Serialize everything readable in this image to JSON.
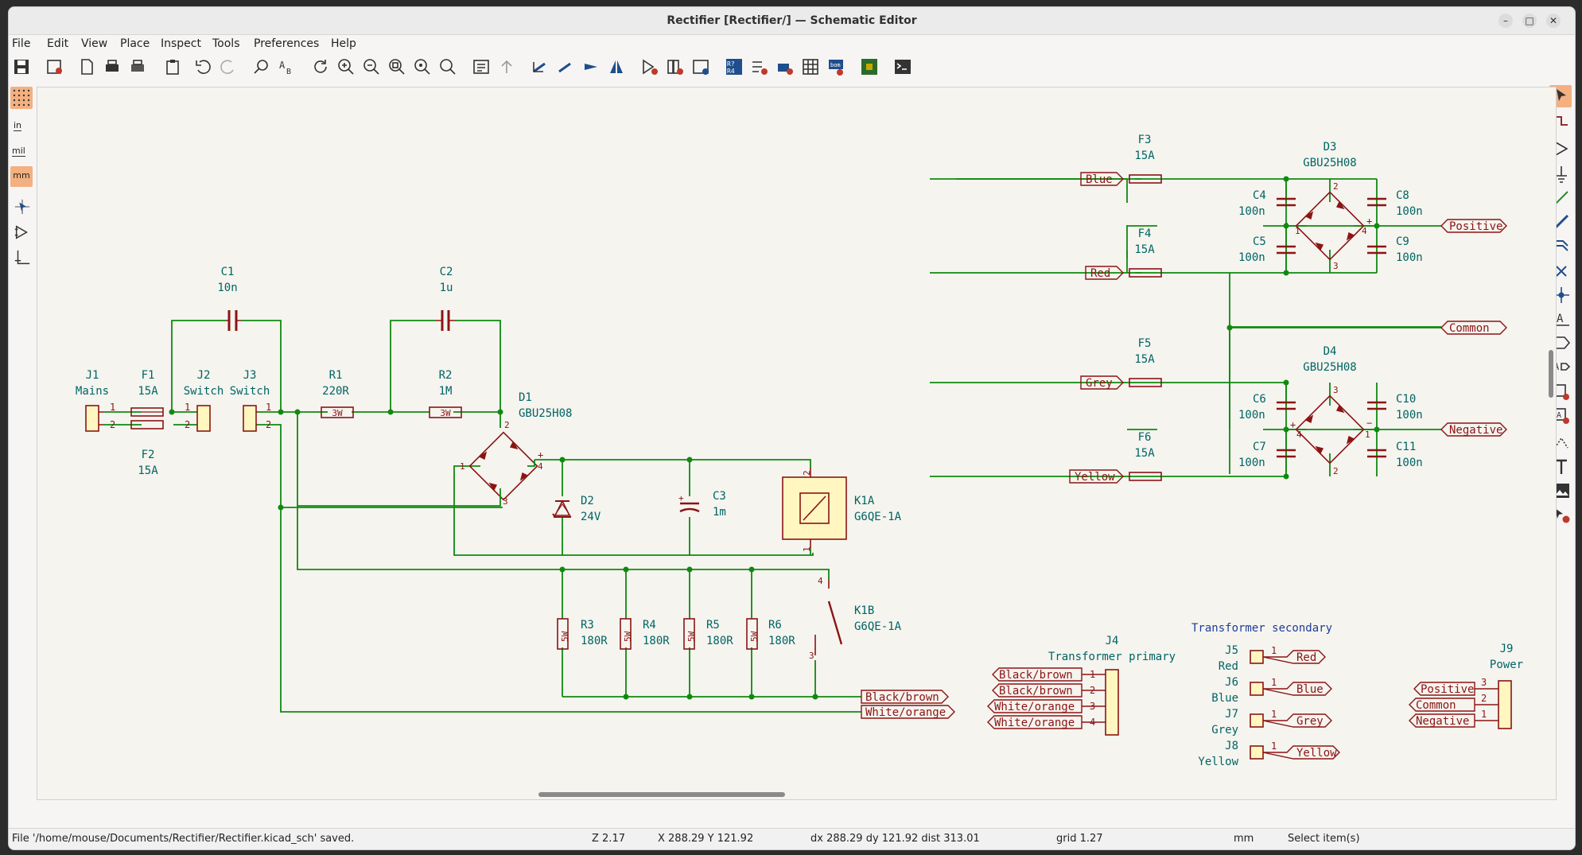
{
  "window": {
    "title": "Rectifier [Rectifier/] — Schematic Editor"
  },
  "menu": [
    "File",
    "Edit",
    "View",
    "Place",
    "Inspect",
    "Tools",
    "Preferences",
    "Help"
  ],
  "units": {
    "in": "in",
    "mil": "mil",
    "mm": "mm"
  },
  "status": {
    "message": "File '/home/mouse/Documents/Rectifier/Rectifier.kicad_sch' saved.",
    "zoom": "Z 2.17",
    "position": "X 288.29  Y 121.92",
    "delta": "dx 288.29  dy 121.92  dist 313.01",
    "grid": "grid 1.27",
    "unit": "mm",
    "tool": "Select item(s)"
  },
  "schematic": {
    "colors": {
      "wire": "#0f8a0f",
      "component": "#8b1414",
      "fill": "#fff6c0",
      "ref": "#006464",
      "label": "#8b1414"
    },
    "J1": {
      "ref": "J1",
      "value": "Mains"
    },
    "F1": {
      "ref": "F1",
      "value": "15A"
    },
    "F2": {
      "ref": "F2",
      "value": "15A"
    },
    "J2": {
      "ref": "J2",
      "value": "Switch"
    },
    "J3": {
      "ref": "J3",
      "value": "Switch"
    },
    "C1": {
      "ref": "C1",
      "value": "10n"
    },
    "C2": {
      "ref": "C2",
      "value": "1u"
    },
    "R1": {
      "ref": "R1",
      "value": "220R",
      "body": "3W"
    },
    "R2": {
      "ref": "R2",
      "value": "1M",
      "body": "3W"
    },
    "D1": {
      "ref": "D1",
      "value": "GBU25H08"
    },
    "D2": {
      "ref": "D2",
      "value": "24V"
    },
    "C3": {
      "ref": "C3",
      "value": "1m"
    },
    "K1A": {
      "ref": "K1A",
      "value": "G6QE-1A"
    },
    "K1B": {
      "ref": "K1B",
      "value": "G6QE-1A"
    },
    "R3": {
      "ref": "R3",
      "value": "180R",
      "body": "5W"
    },
    "R4": {
      "ref": "R4",
      "value": "180R",
      "body": "5W"
    },
    "R5": {
      "ref": "R5",
      "value": "180R",
      "body": "5W"
    },
    "R6": {
      "ref": "R6",
      "value": "180R",
      "body": "5W"
    },
    "labels_bottom": [
      "Black/brown",
      "White/orange"
    ],
    "F3": {
      "ref": "F3",
      "value": "15A"
    },
    "F4": {
      "ref": "F4",
      "value": "15A"
    },
    "F5": {
      "ref": "F5",
      "value": "15A"
    },
    "F6": {
      "ref": "F6",
      "value": "15A"
    },
    "D3": {
      "ref": "D3",
      "value": "GBU25H08"
    },
    "D4": {
      "ref": "D4",
      "value": "GBU25H08"
    },
    "C4": {
      "ref": "C4",
      "value": "100n"
    },
    "C5": {
      "ref": "C5",
      "value": "100n"
    },
    "C6": {
      "ref": "C6",
      "value": "100n"
    },
    "C7": {
      "ref": "C7",
      "value": "100n"
    },
    "C8": {
      "ref": "C8",
      "value": "100n"
    },
    "C9": {
      "ref": "C9",
      "value": "100n"
    },
    "C10": {
      "ref": "C10",
      "value": "100n"
    },
    "C11": {
      "ref": "C11",
      "value": "100n"
    },
    "inputs": [
      "Blue",
      "Red",
      "Grey",
      "Yellow"
    ],
    "outputs": [
      "Positive",
      "Common",
      "Negative"
    ],
    "J4": {
      "ref": "J4",
      "value": "Transformer primary",
      "pins": [
        "Black/brown",
        "Black/brown",
        "White/orange",
        "White/orange"
      ]
    },
    "secondary_title": "Transformer secondary",
    "J5": {
      "ref": "J5",
      "value": "Red"
    },
    "J6": {
      "ref": "J6",
      "value": "Blue"
    },
    "J7": {
      "ref": "J7",
      "value": "Grey"
    },
    "J8": {
      "ref": "J8",
      "value": "Yellow"
    },
    "J9": {
      "ref": "J9",
      "value": "Power",
      "pins": [
        "Positive",
        "Common",
        "Negative"
      ]
    }
  }
}
